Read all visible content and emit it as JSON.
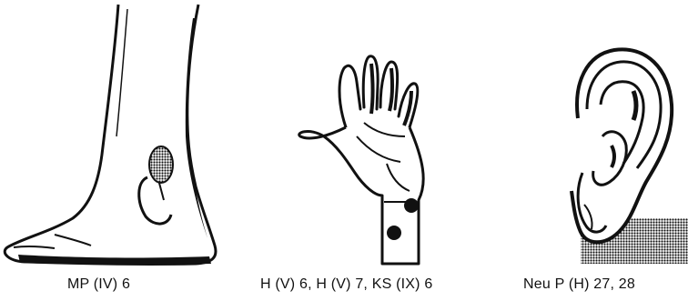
{
  "figures": [
    {
      "id": "foot",
      "caption": "MP (IV) 6"
    },
    {
      "id": "hand",
      "caption": "H (V) 6, H (V) 7, KS (IX) 6"
    },
    {
      "id": "ear",
      "caption": "Neu P (H) 27, 28"
    }
  ],
  "colors": {
    "ink": "#111111",
    "paper": "#ffffff",
    "shading": "#8a8a8a"
  }
}
